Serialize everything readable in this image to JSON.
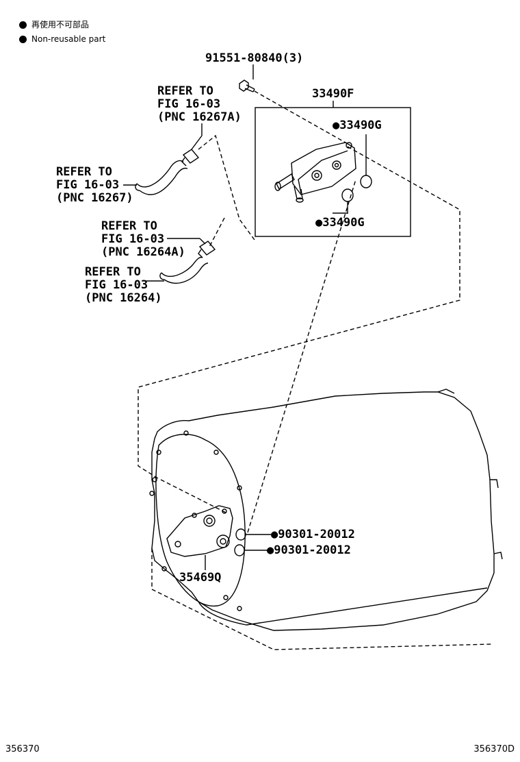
{
  "legend": {
    "items": [
      {
        "text": "再使用不可部品",
        "icon": "filled-circle"
      },
      {
        "text": "Non-reusable part",
        "icon": "filled-circle"
      }
    ]
  },
  "callouts": {
    "bolt": "91551-80840(3)",
    "cooler_assy": "33490F",
    "gasket_upper": "●33490G",
    "gasket_lower": "●33490G",
    "ref_16267a": [
      "REFER TO",
      "FIG 16-03",
      "(PNC 16267A)"
    ],
    "ref_16267": [
      "REFER TO",
      "FIG 16-03",
      "(PNC 16267)"
    ],
    "ref_16264a": [
      "REFER TO",
      "FIG 16-03",
      "(PNC 16264A)"
    ],
    "ref_16264": [
      "REFER TO",
      "FIG 16-03",
      "(PNC 16264)"
    ],
    "oring_upper": "●90301-20012",
    "oring_lower": "●90301-20012",
    "adapter": "35469Q"
  },
  "footer": {
    "left_code": "356370",
    "right_code": "356370D"
  }
}
